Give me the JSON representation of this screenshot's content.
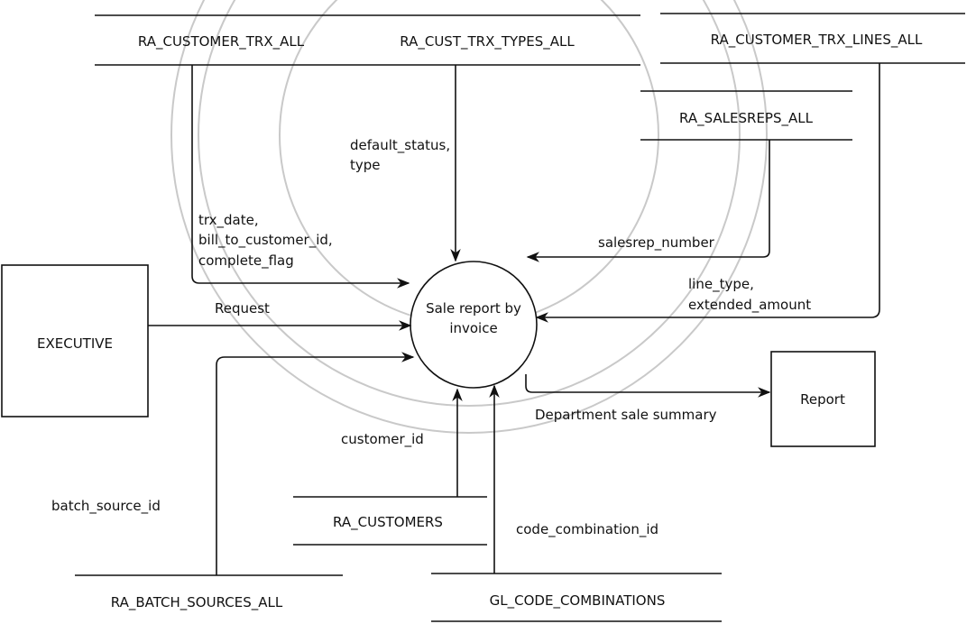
{
  "process": {
    "label_line1": "Sale report by",
    "label_line2": "invoice"
  },
  "entities": {
    "executive": "EXECUTIVE",
    "report": "Report"
  },
  "data_stores": {
    "customer_trx_all": "RA_CUSTOMER_TRX_ALL",
    "cust_trx_types_all": "RA_CUST_TRX_TYPES_ALL",
    "customer_trx_lines_all": "RA_CUSTOMER_TRX_LINES_ALL",
    "salesreps_all": "RA_SALESREPS_ALL",
    "customers": "RA_CUSTOMERS",
    "batch_sources_all": "RA_BATCH_SOURCES_ALL",
    "gl_code_combinations": "GL_CODE_COMBINATIONS"
  },
  "flows": {
    "trx_line1": "trx_date,",
    "trx_line2": "bill_to_customer_id,",
    "trx_line3": "complete_flag",
    "types_line1": "default_status,",
    "types_line2": "type",
    "salesrep": "salesrep_number",
    "lines_line1": "line_type,",
    "lines_line2": "extended_amount",
    "request": "Request",
    "batch": "batch_source_id",
    "customer": "customer_id",
    "code": "code_combination_id",
    "summary": "Department sale summary"
  }
}
